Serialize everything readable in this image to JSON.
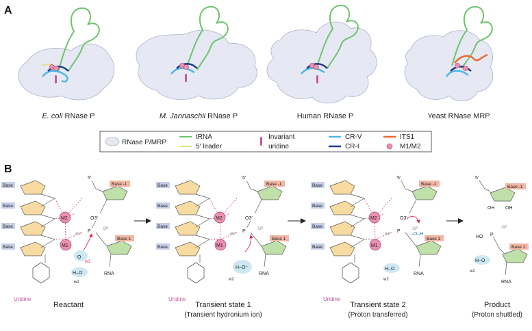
{
  "panel_a": {
    "label": "A",
    "captions": [
      {
        "italic": "E. coli",
        "rest": " RNase P"
      },
      {
        "italic": "M. Jannaschii",
        "rest": " RNase P"
      },
      {
        "italic": "",
        "rest": "Human RNase P"
      },
      {
        "italic": "",
        "rest": "Yeast RNase MRP"
      }
    ]
  },
  "legend": {
    "rnase": "RNase P/MRP",
    "trna": "tRNA",
    "leader": "5′ leader",
    "uridine_l1": "Invariant",
    "uridine_l2": "uridine",
    "crv": "CR-V",
    "cri": "CR-I",
    "its1": "ITS1",
    "m1m2": "M1/M2"
  },
  "panel_b": {
    "label": "B",
    "base": "Base",
    "base_m1": "Base -1",
    "base_1": "Base 1",
    "five_prime": "5′",
    "three_prime": "O3′",
    "rna": "RNA",
    "oh": "OH",
    "uridine": "Uridine",
    "m1": "M1",
    "m2": "M2",
    "w1": "w1",
    "w2": "w2",
    "sp": "SP",
    "rp": "RP",
    "p": "P",
    "o": "O",
    "h": "H",
    "ho": "HO",
    "states": [
      {
        "title": "Reactant",
        "sub": ""
      },
      {
        "title": "Transient state 1",
        "sub": "(Transient hydronium ion)"
      },
      {
        "title": "Transient state 2",
        "sub": "(Proton transferred)"
      },
      {
        "title": "Product",
        "sub": "(Proton shuttled)"
      }
    ]
  },
  "colors": {
    "rnase_fill": "#e6e8f4",
    "trna": "#6cc46c",
    "leader": "#d8e67a",
    "crv": "#4cb7e6",
    "cri": "#1f3b8c",
    "its1": "#ec6a2c",
    "uridine": "#c05aa0",
    "metal": "#ec8fb2",
    "sugar_left": "#f7dba0",
    "sugar_green": "#bfe0a8",
    "base_blue": "#c6cfe8",
    "base_red": "#f2b6a4",
    "water": "#cde8f3",
    "arrow": "#e0264c"
  }
}
